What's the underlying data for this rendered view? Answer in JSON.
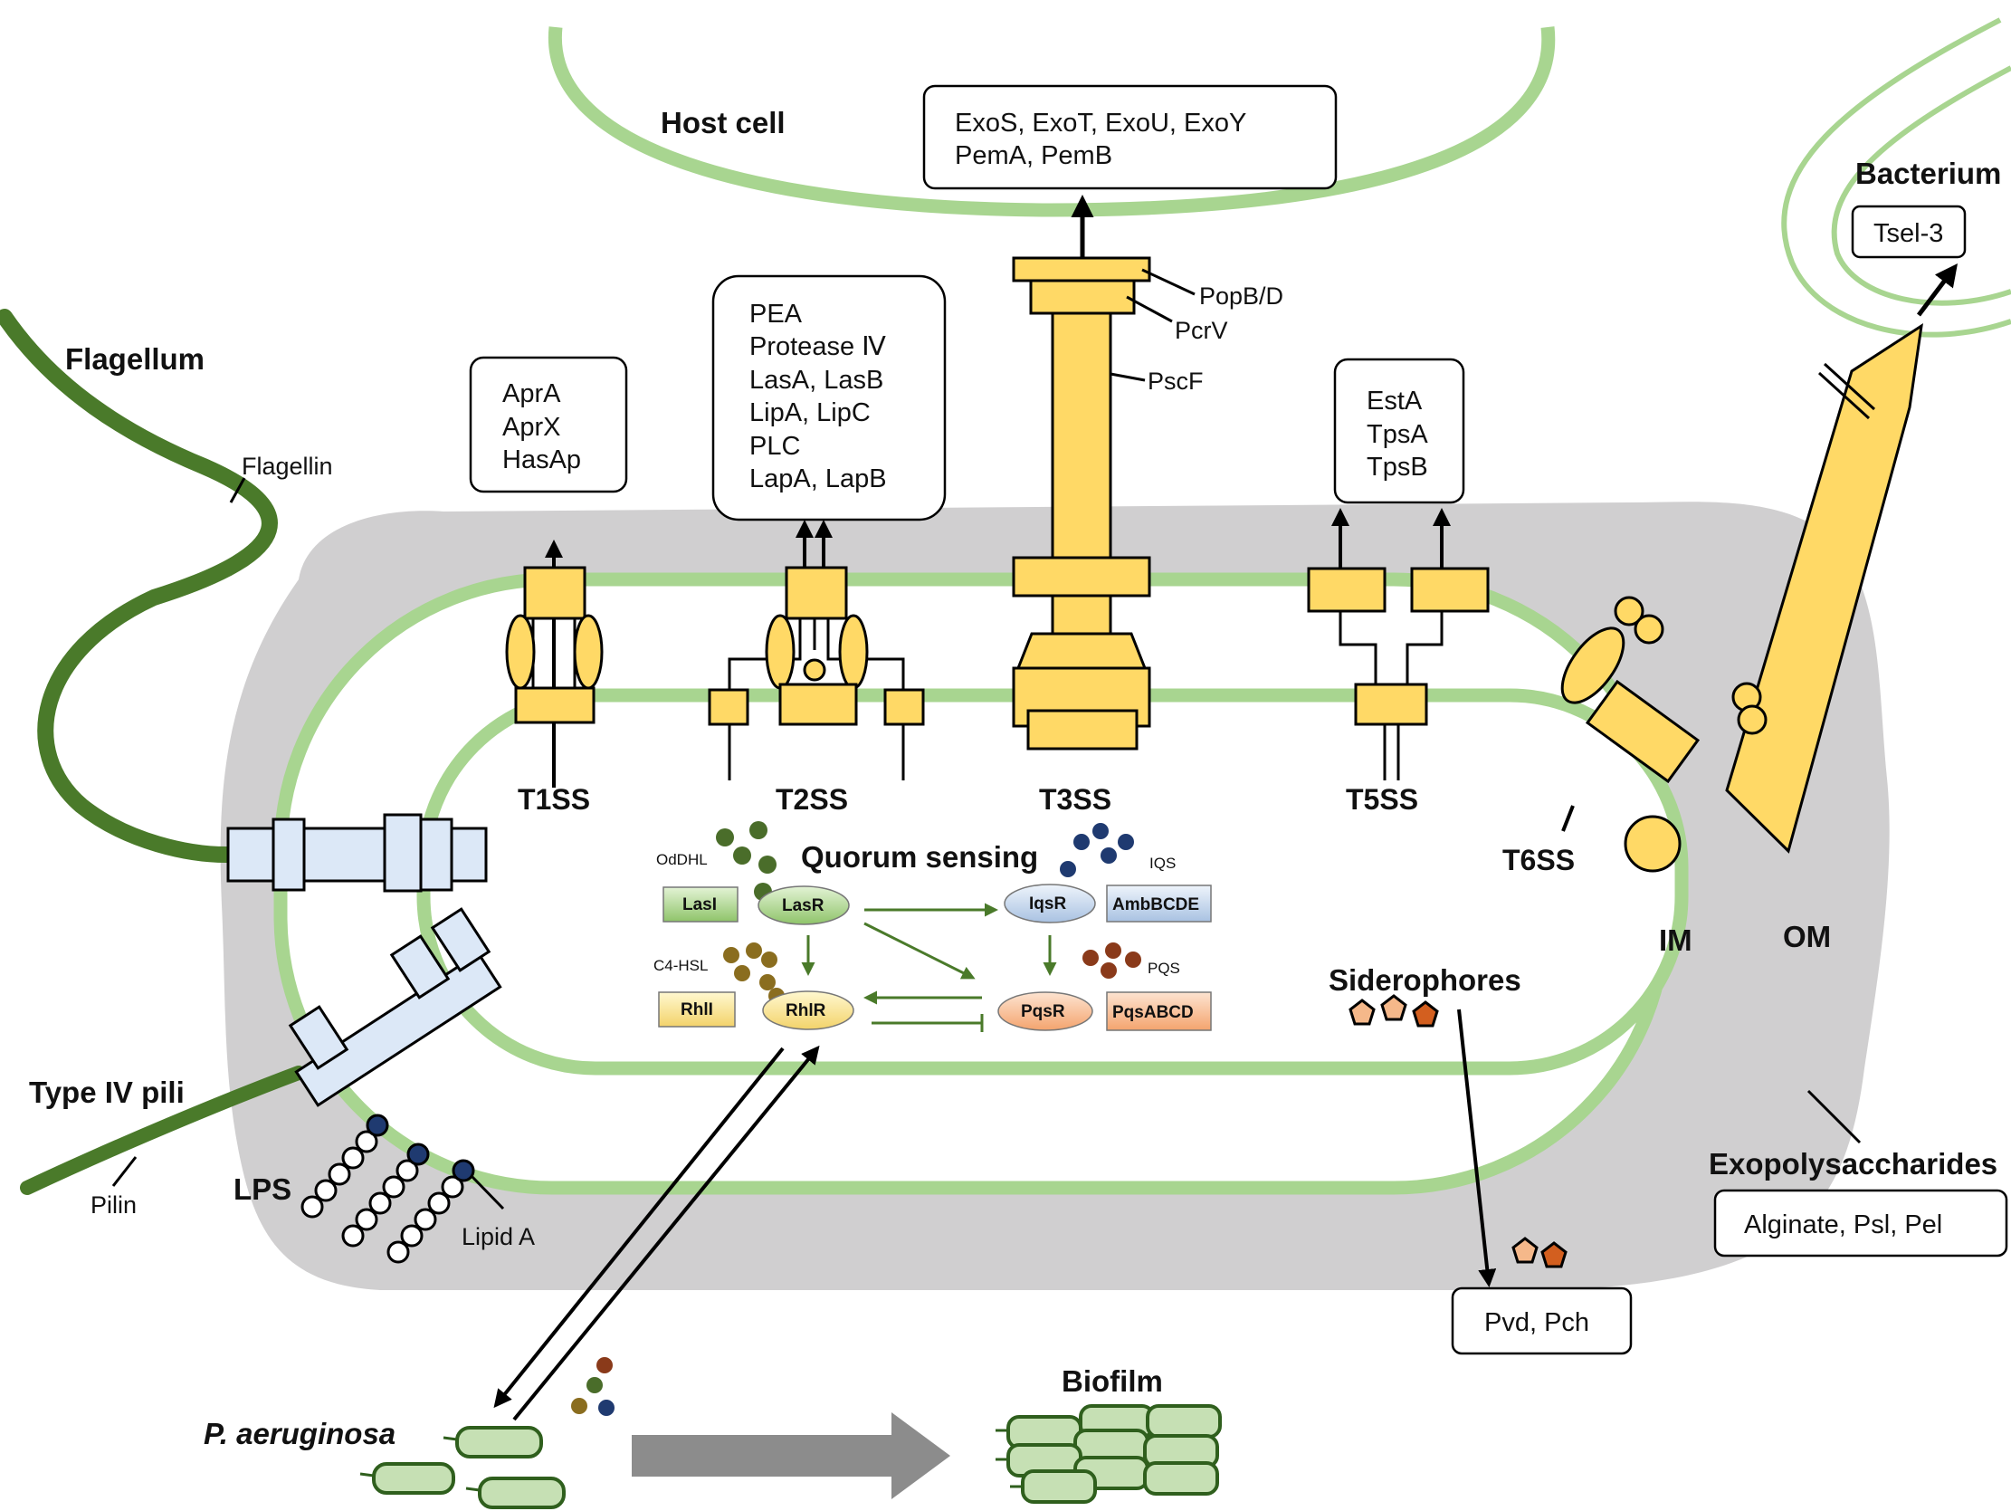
{
  "colors": {
    "membrane": "#a8d590",
    "periplasm": "#d0cfd0",
    "secretion": "#ffd966",
    "dark_green": "#4a7a2a",
    "arrow_grey": "#8c8c8c",
    "pilin": "#dce8f7",
    "lps_head": "#1f3a70"
  },
  "labels": {
    "host_cell": "Host cell",
    "bacterium": "Bacterium",
    "flagellum": "Flagellum",
    "flagellin": "Flagellin",
    "type_iv_pili": "Type IV pili",
    "pilin": "Pilin",
    "lps": "LPS",
    "lipid_a": "Lipid A",
    "im": "IM",
    "om": "OM",
    "siderophores": "Siderophores",
    "exopolysaccharides": "Exopolysaccharides",
    "biofilm": "Biofilm",
    "p_aeruginosa": "P. aeruginosa",
    "quorum_sensing": "Quorum sensing"
  },
  "systems": {
    "t1ss": "T1SS",
    "t2ss": "T2SS",
    "t3ss": "T3SS",
    "t5ss": "T5SS",
    "t6ss": "T6SS"
  },
  "t3ss_parts": {
    "popbd": "PopB/D",
    "pcrv": "PcrV",
    "pscf": "PscF"
  },
  "boxes": {
    "t3ss_effectors": [
      "ExoS, ExoT, ExoU, ExoY",
      "PemA, PemB"
    ],
    "t6ss_effector": [
      "Tsel-3"
    ],
    "t1ss_substrates": [
      "AprA",
      "AprX",
      "HasAp"
    ],
    "t2ss_substrates": [
      "PEA",
      "Protease Ⅳ",
      "LasA, LasB",
      "LipA, LipC",
      "PLC",
      "LapA, LapB"
    ],
    "t5ss_substrates": [
      "EstA",
      "TpsA",
      "TpsB"
    ],
    "exopolysaccharides": [
      "Alginate, Psl, Pel"
    ],
    "siderophores": [
      "Pvd, Pch"
    ]
  },
  "quorum": {
    "lasI": "LasI",
    "lasR": "LasR",
    "rhlI": "RhlI",
    "rhlR": "RhlR",
    "iqsR": "IqsR",
    "pqsR": "PqsR",
    "ambBCDE": "AmbBCDE",
    "pqsABCD": "PqsABCD",
    "oddhl": "OdDHL",
    "c4hsl": "C4-HSL",
    "iqs": "IQS",
    "pqs": "PQS"
  }
}
